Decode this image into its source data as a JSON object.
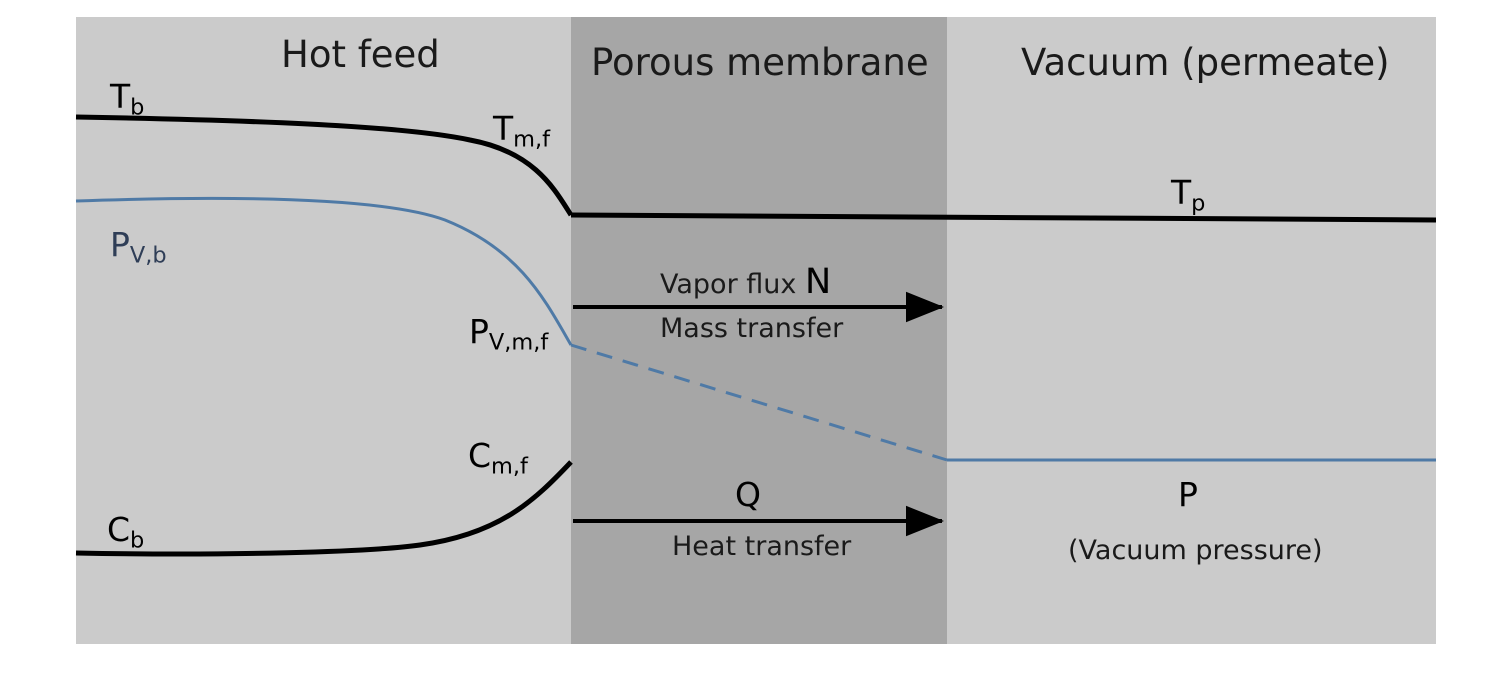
{
  "regions": {
    "feed": {
      "title": "Hot feed",
      "color": "#cbcbcb"
    },
    "membrane": {
      "title": "Porous membrane",
      "color": "#a6a6a6"
    },
    "permeate": {
      "title": "Vacuum (permeate)",
      "color": "#cbcbcb"
    }
  },
  "labels": {
    "tb": {
      "main": "T",
      "sub": "b"
    },
    "tmf": {
      "main": "T",
      "sub": "m,f"
    },
    "tp": {
      "main": "T",
      "sub": "p"
    },
    "pvb": {
      "main": "P",
      "sub": "V,b"
    },
    "pvmf": {
      "main": "P",
      "sub": "V,m,f"
    },
    "cmf": {
      "main": "C",
      "sub": "m,f"
    },
    "cb": {
      "main": "C",
      "sub": "b"
    },
    "vapor_flux": "Vapor flux",
    "vapor_symbol": "N",
    "mass_transfer": "Mass transfer",
    "heat_symbol": "Q",
    "heat_transfer": "Heat transfer",
    "pressure_symbol": "P",
    "pressure_note": "(Vacuum pressure)"
  },
  "colors": {
    "temperature_line": "#000000",
    "vapor_pressure_line": "#4f7aa6",
    "arrow": "#000000"
  }
}
